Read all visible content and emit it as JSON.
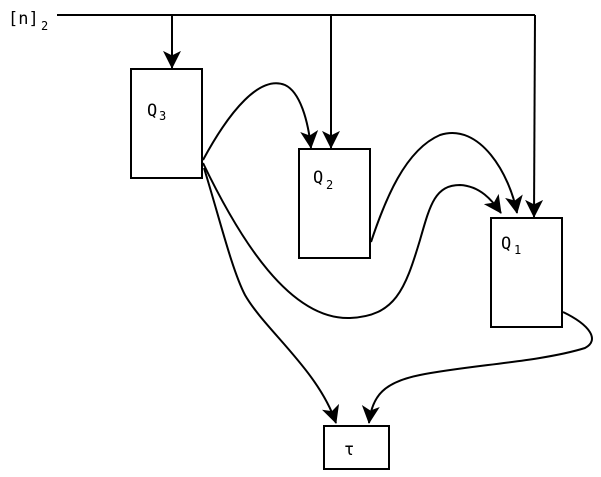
{
  "input": {
    "base": "[n]",
    "sub": "2"
  },
  "nodes": {
    "q3": {
      "base": "Q",
      "sub": "3"
    },
    "q2": {
      "base": "Q",
      "sub": "2"
    },
    "q1": {
      "base": "Q",
      "sub": "1"
    },
    "tau": {
      "base": "τ"
    }
  },
  "edges": [
    {
      "from": "[n]2",
      "to": "Q3"
    },
    {
      "from": "[n]2",
      "to": "Q2"
    },
    {
      "from": "[n]2",
      "to": "Q1"
    },
    {
      "from": "Q3",
      "to": "Q2"
    },
    {
      "from": "Q3",
      "to": "Q1"
    },
    {
      "from": "Q2",
      "to": "Q1"
    },
    {
      "from": "Q3",
      "to": "τ"
    },
    {
      "from": "Q1",
      "to": "τ"
    }
  ],
  "colors": {
    "stroke": "#000000",
    "background": "#ffffff"
  }
}
